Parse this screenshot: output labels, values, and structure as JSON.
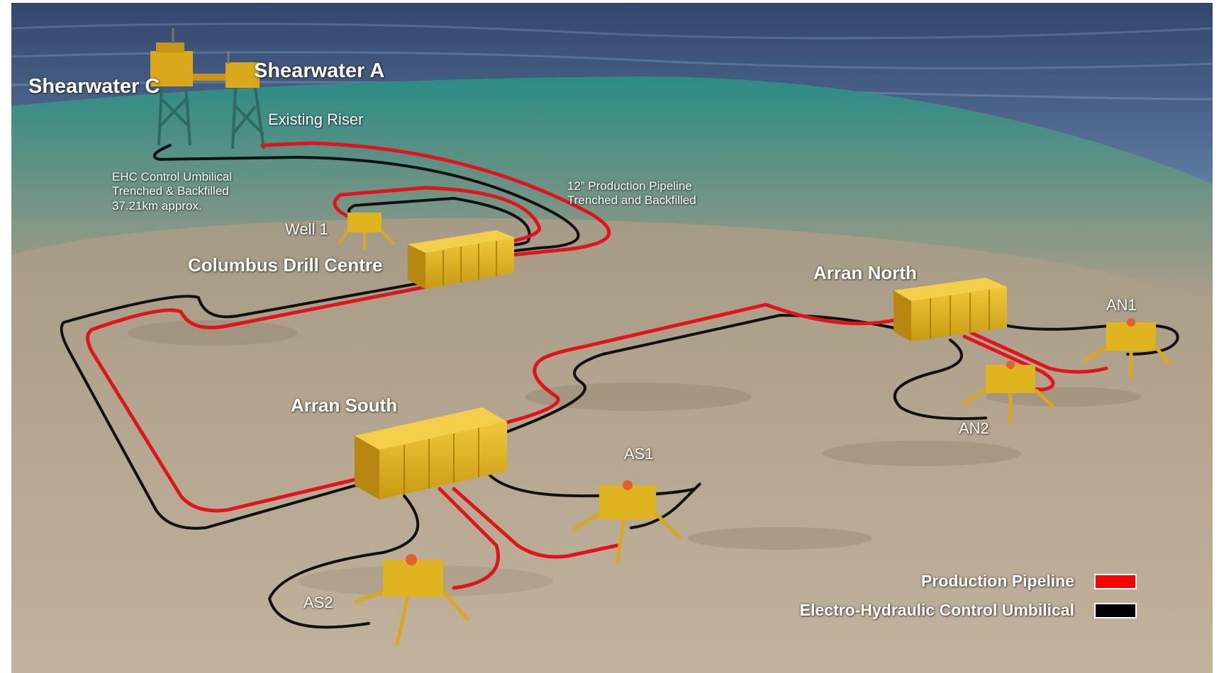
{
  "labels": {
    "shearwater_c": "Shearwater C",
    "shearwater_a": "Shearwater A",
    "existing_riser": "Existing Riser",
    "umbilical_note": "EHC Control Umbilical\nTrenched & Backfilled\n37.21km approx.",
    "pipeline_note": "12” Production Pipeline\nTrenched and Backfilled",
    "well1": "Well 1",
    "columbus": "Columbus Drill Centre",
    "arran_north": "Arran North",
    "arran_south": "Arran South",
    "an1": "AN1",
    "an2": "AN2",
    "as1": "AS1",
    "as2": "AS2"
  },
  "legend": {
    "items": [
      {
        "label": "Production Pipeline",
        "color": "#ff0000"
      },
      {
        "label": "Electro-Hydraulic Control Umbilical",
        "color": "#000000"
      }
    ]
  },
  "colors": {
    "sea_surface": "#3a5278",
    "shallow_water": "#2e8f86",
    "seabed": "#b3a48e",
    "structure": "#e0b420",
    "pipeline": "#e0141a",
    "umbilical": "#111111"
  }
}
